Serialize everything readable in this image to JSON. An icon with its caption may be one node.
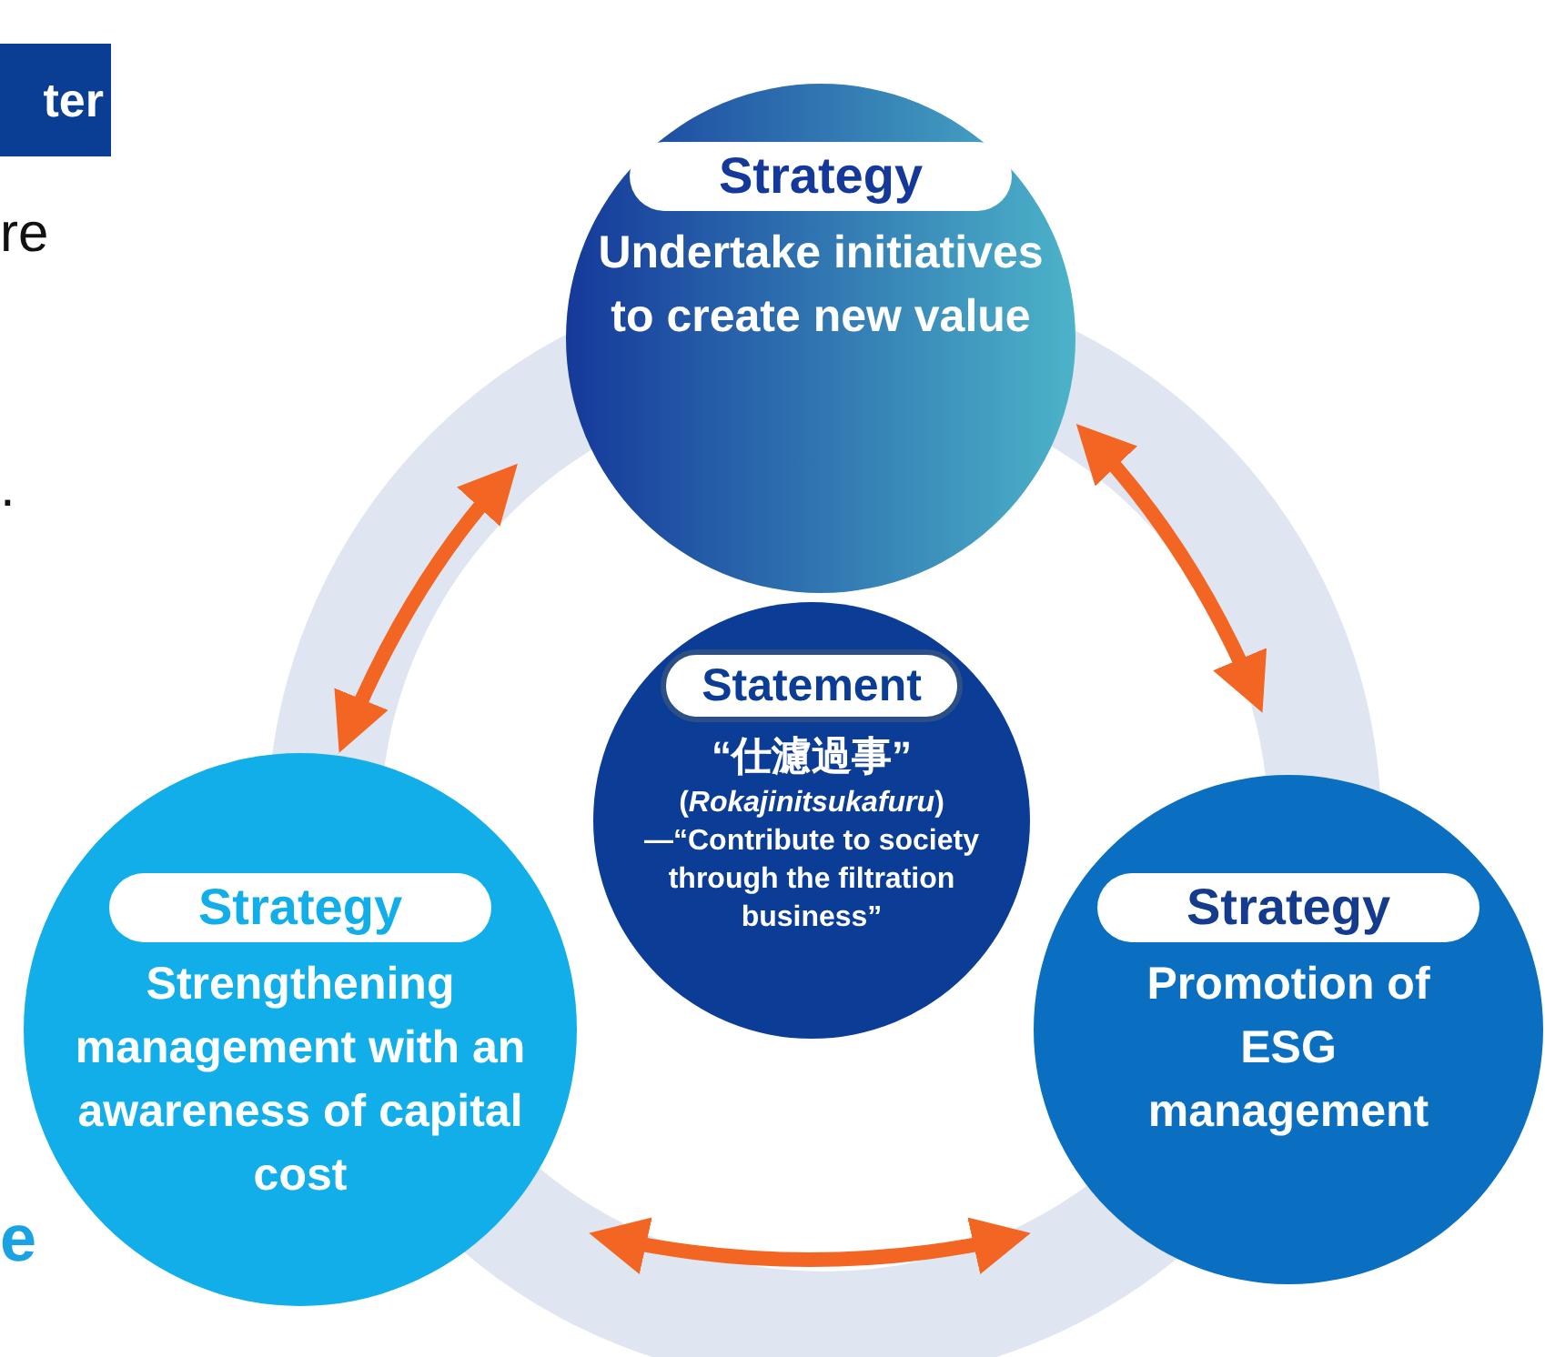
{
  "diagram": {
    "nodes": [
      {
        "text": [
          "ter"
        ]
      },
      {
        "text": [
          "Strategy",
          "Undertake initiatives to create new value"
        ]
      },
      {
        "text": [
          "Statement",
          "“仕濾過事”",
          "(*Rokajinitsukafuru*) —“Contribute to society through the filtration business”"
        ]
      },
      {
        "text": [
          "Strategy",
          "Strengthening management with an awareness of capital cost"
        ]
      },
      {
        "text": [
          "Strategy",
          "Promotion of ESG management"
        ]
      }
    ],
    "edges": [
      {
        "from": 1,
        "to": 4,
        "arrow": "both"
      },
      {
        "from": 3,
        "to": 1,
        "arrow": "both"
      },
      {
        "from": 3,
        "to": 4,
        "arrow": "both"
      }
    ],
    "labels": [
      "re",
      ".",
      "e"
    ]
  }
}
